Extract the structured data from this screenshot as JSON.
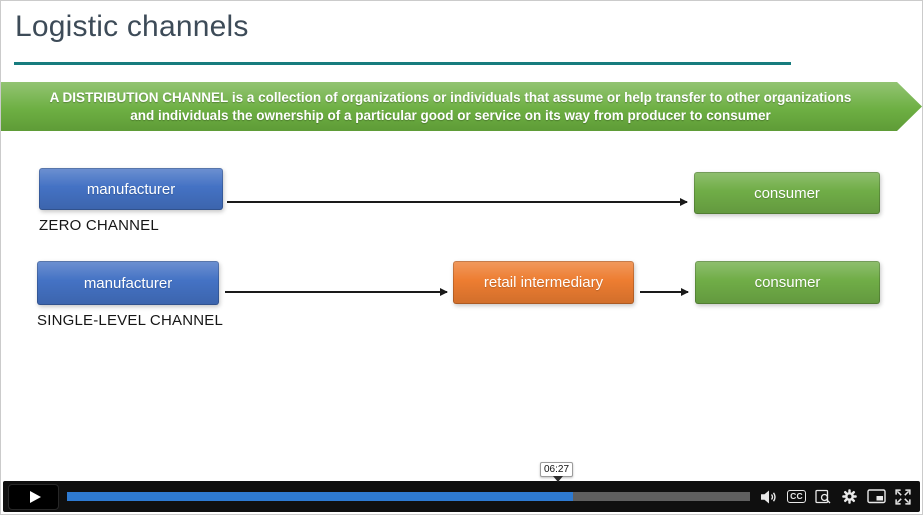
{
  "slide": {
    "title": "Logistic channels",
    "banner": {
      "line1": "A DISTRIBUTION CHANNEL is a collection of organizations or individuals that assume or help transfer to other organizations",
      "line2": "and individuals the ownership of a particular good or service on its way from producer to consumer"
    },
    "diagram": {
      "rows": [
        {
          "label": "ZERO CHANNEL",
          "nodes": [
            {
              "text": "manufacturer",
              "color": "#4472c4"
            },
            {
              "text": "consumer",
              "color": "#70ad47"
            }
          ]
        },
        {
          "label": "SINGLE-LEVEL CHANNEL",
          "nodes": [
            {
              "text": "manufacturer",
              "color": "#4472c4"
            },
            {
              "text": "retail intermediary",
              "color": "#ed7d31"
            },
            {
              "text": "consumer",
              "color": "#70ad47"
            }
          ]
        }
      ]
    }
  },
  "player": {
    "time_tooltip": "06:27",
    "progress_percent": 74,
    "captions_label": "CC",
    "controls": [
      "play",
      "volume",
      "captions",
      "search",
      "settings",
      "picture-in-picture",
      "fullscreen"
    ]
  },
  "colors": {
    "accent_teal": "#177c7e",
    "banner_green": "#69ad3d",
    "node_blue": "#4472c4",
    "node_green": "#70ad47",
    "node_orange": "#ed7d31",
    "progress_blue": "#2e7ad1"
  }
}
